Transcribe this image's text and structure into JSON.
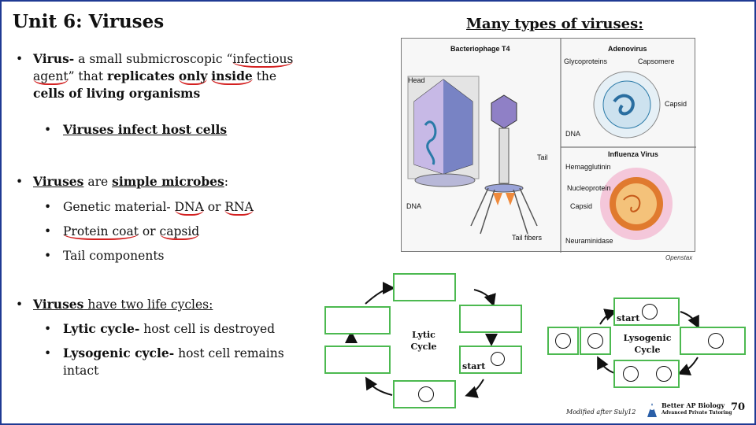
{
  "title": "Unit 6: Viruses",
  "bullets": {
    "b1_term": "Virus-",
    "b1_text1": " a small submicroscopic “",
    "b1_word_infectious": "infectious",
    "b1_space": " ",
    "b1_word_agent": "agent",
    "b1_text2": "” that ",
    "b1_bold_replicates": "replicates",
    "b1_space2": " ",
    "b1_bold_only": "only",
    "b1_bold_inside": "inside",
    "b1_the": " the ",
    "b1_bold_cells": "cells of living organisms",
    "b1_sub": "Viruses infect host cells",
    "b2_ul": "Viruses",
    "b2_mid": " are ",
    "b2_bold": "simple microbes",
    "b2_end": ":",
    "b2_s1_pre": "Genetic material- ",
    "b2_s1_dna": "DNA",
    "b2_s1_or": " or ",
    "b2_s1_rna": "RNA",
    "b2_s2_a": "Protein coat",
    "b2_s2_or": " or ",
    "b2_s2_b": "capsid",
    "b2_s3": "Tail components",
    "b3_ul_bold": "Viruses",
    "b3_ul_rest": " have two life cycles:",
    "b3_s1_bold": "Lytic cycle-",
    "b3_s1_rest": " host cell is destroyed",
    "b3_s2_bold": "Lysogenic cycle-",
    "b3_s2_rest": " host cell remains intact"
  },
  "right_title": "Many types of viruses:",
  "figure": {
    "phage_title": "Bacteriophage T4",
    "adeno_title": "Adenovirus",
    "flu_title": "Influenza Virus",
    "head": "Head",
    "tail": "Tail",
    "dna": "DNA",
    "tail_fibers": "Tail fibers",
    "glyco": "Glycoproteins",
    "capsomere": "Capsomere",
    "capsid": "Capsid",
    "adeno_dna": "DNA",
    "hemag": "Hemagglutinin",
    "nucleo": "Nucleoprotein",
    "flu_capsid": "Capsid",
    "neura": "Neuraminidase",
    "credit": "Openstax"
  },
  "cycles": {
    "lytic": "Lytic Cycle",
    "lysogenic": "Lysogenic Cycle",
    "start": "start",
    "colors": {
      "cell_border": "#4cb950",
      "accent_red": "#d32020",
      "title_blue": "#1f3a93"
    }
  },
  "footer": {
    "modified": "Modified after Suly12",
    "brand1": "Better AP Biology",
    "brand2": "Advanced Private Tutoring",
    "page": "70"
  }
}
